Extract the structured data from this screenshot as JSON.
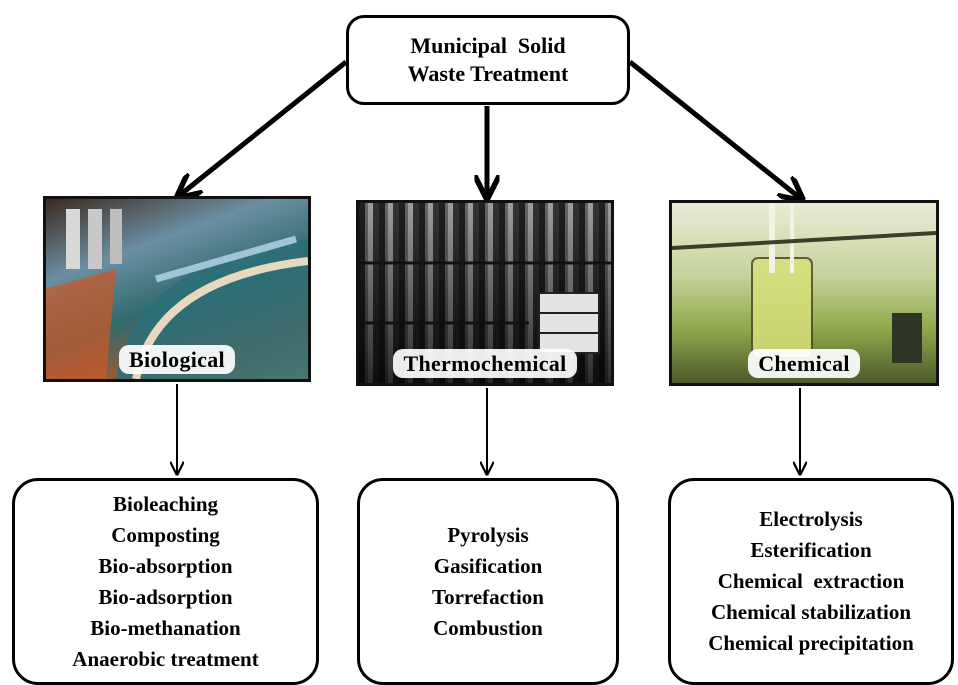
{
  "root": {
    "line1": "Municipal  Solid",
    "line2": "Waste Treatment"
  },
  "categories": [
    {
      "label": "Biological",
      "methods": [
        "Bioleaching",
        "Composting",
        "Bio-absorption",
        "Bio-adsorption",
        "Bio-methanation",
        "Anaerobic treatment"
      ]
    },
    {
      "label": "Thermochemical",
      "methods": [
        "Pyrolysis",
        "Gasification",
        "Torrefaction",
        "Combustion"
      ]
    },
    {
      "label": "Chemical",
      "methods": [
        "Electrolysis",
        "Esterification",
        "Chemical  extraction",
        "Chemical stabilization",
        "Chemical precipitation"
      ]
    }
  ]
}
